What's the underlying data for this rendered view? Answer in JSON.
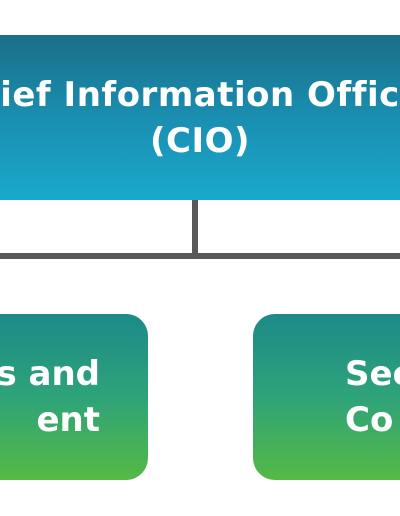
{
  "diagram": {
    "root": {
      "line1": "ief Information Offic",
      "line2": "(CIO)"
    },
    "children": [
      {
        "line1": "s and",
        "line2": "ent"
      },
      {
        "line1": "Sec",
        "line2": "Co"
      }
    ]
  },
  "colors": {
    "root_gradient": [
      "#1b6f89",
      "#1a91b4",
      "#1aa9cb"
    ],
    "child_gradient": [
      "#1c8a88",
      "#2ea37a",
      "#55b944"
    ],
    "connector": "#595959",
    "text": "#ffffff"
  }
}
